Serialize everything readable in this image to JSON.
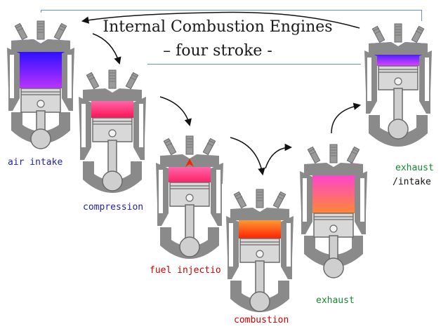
{
  "title": {
    "line1": "Internal Combustion Engines",
    "line2": "– four stroke -"
  },
  "stages": [
    {
      "label": "air intake",
      "color": "#2222aa"
    },
    {
      "label": "compression",
      "color": "#2222aa"
    },
    {
      "label": "fuel injection",
      "color": "#cc0000"
    },
    {
      "label": "combustion",
      "color": "#cc0000"
    },
    {
      "label": "exhaust",
      "color": "#128a2e"
    },
    {
      "label_line1": "exhaust",
      "label_line2": "/intake",
      "color": "#128a2e"
    }
  ],
  "colors": {
    "intake_gas": "#5522ff",
    "compression_gas": "#ff3377",
    "combustion_gas": "#ff5522",
    "exhaust_gas": "#ff55aa",
    "engine_gray": "#8a8a8a",
    "border": "#6b8fc4"
  }
}
